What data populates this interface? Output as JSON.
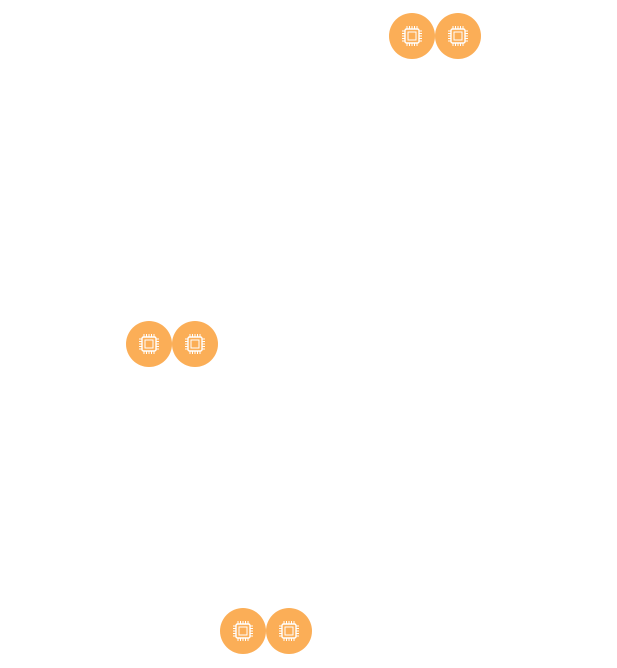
{
  "canvas": {
    "background": "#ffffff"
  },
  "theme": {
    "node_color": "#fbae57",
    "icon_color": "#ffffff"
  },
  "icons": {
    "node_icon": "cpu-chip-icon"
  },
  "node_groups": [
    {
      "id": "group-1",
      "nodes": [
        {
          "icon": "cpu-chip-icon"
        },
        {
          "icon": "cpu-chip-icon"
        }
      ]
    },
    {
      "id": "group-2",
      "nodes": [
        {
          "icon": "cpu-chip-icon"
        },
        {
          "icon": "cpu-chip-icon"
        }
      ]
    },
    {
      "id": "group-3",
      "nodes": [
        {
          "icon": "cpu-chip-icon"
        },
        {
          "icon": "cpu-chip-icon"
        }
      ]
    }
  ]
}
